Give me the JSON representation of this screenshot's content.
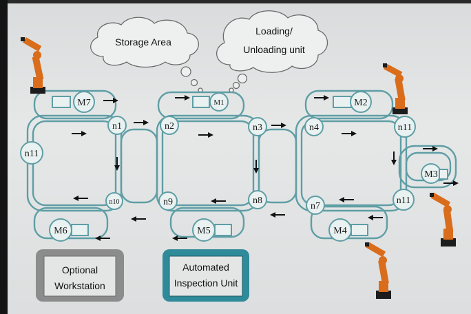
{
  "clouds": {
    "storage": "Storage Area",
    "loading_line1": "Loading/",
    "loading_line2": "Unloading unit"
  },
  "nodes": {
    "n1": "n1",
    "n2": "n2",
    "n3": "n3",
    "n4": "n4",
    "n11_top": "n11",
    "n11_left": "n11",
    "n11_right": "n11",
    "n10": "n10",
    "n9": "n9",
    "n8": "n8",
    "n7": "n7"
  },
  "machines": {
    "m7": "M7",
    "m1": "M1",
    "m2": "M2",
    "m3": "M3",
    "m4": "M4",
    "m5": "M5",
    "m6": "M6"
  },
  "units": {
    "optional_line1": "Optional",
    "optional_line2": "Workstation",
    "inspection_line1": "Automated",
    "inspection_line2": "Inspection Unit"
  },
  "colors": {
    "track": "#5f9ea5",
    "optional_box": "#8c8c8c",
    "inspection_box": "#2f8a99",
    "robot": "#d96d1c"
  },
  "icons": {
    "robot": "industrial-robot-arm-icon",
    "arrow": "flow-arrow-icon"
  }
}
